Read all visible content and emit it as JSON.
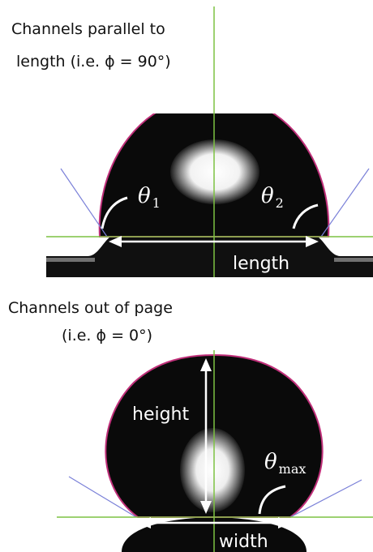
{
  "top_panel": {
    "caption_line1": "Channels parallel to",
    "caption_line2": "length (i.e. ϕ = 90°)",
    "theta_left": "θ",
    "theta_left_sub": "1",
    "theta_right": "θ",
    "theta_right_sub": "2",
    "length_label": "length"
  },
  "bottom_panel": {
    "caption_line1": "Channels out of page",
    "caption_line2": "(i.e. ϕ = 0°)",
    "height_label": "height",
    "theta_max": "θ",
    "theta_max_sub": "max",
    "width_label": "width"
  },
  "colors": {
    "baseline": "#7dc242",
    "droplet_outline": "#c0307a",
    "tangent": "#7a80d8",
    "droplet": "#0a0a0a"
  }
}
